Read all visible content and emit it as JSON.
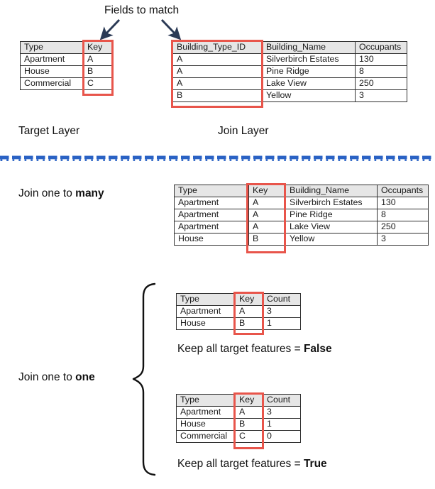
{
  "meta": {
    "title": "Join one to many vs Join one to one",
    "accent_red": "#e8554b",
    "arrow_navy": "#2b3a55",
    "divider_blue": "#2a62c4",
    "header_fill": "#e6e6e6"
  },
  "annotations": {
    "fields_to_match": "Fields to match",
    "target_layer": "Target Layer",
    "join_layer": "Join Layer",
    "join_one_to_many_prefix": "Join one to ",
    "join_one_to_many_bold": "many",
    "join_one_to_one_prefix": "Join one to ",
    "join_one_to_one_bold": "one",
    "keep_false_prefix": "Keep all target features = ",
    "keep_false_bold": "False",
    "keep_true_prefix": "Keep all target features = ",
    "keep_true_bold": "True"
  },
  "target_table": {
    "name": "Target Layer table",
    "columns": [
      "Type",
      "Key"
    ],
    "rows": [
      [
        "Apartment",
        "A"
      ],
      [
        "House",
        "B"
      ],
      [
        "Commercial",
        "C"
      ]
    ]
  },
  "join_table": {
    "name": "Join Layer table",
    "columns": [
      "Building_Type_ID",
      "Building_Name",
      "Occupants"
    ],
    "rows": [
      [
        "A",
        "Silverbirch Estates",
        "130"
      ],
      [
        "A",
        "Pine Ridge",
        "8"
      ],
      [
        "A",
        "Lake View",
        "250"
      ],
      [
        "B",
        "Yellow",
        "3"
      ]
    ]
  },
  "one_to_many_table": {
    "name": "Join one to many result",
    "columns": [
      "Type",
      "Key",
      "Building_Name",
      "Occupants"
    ],
    "rows": [
      [
        "Apartment",
        "A",
        "Silverbirch Estates",
        "130"
      ],
      [
        "Apartment",
        "A",
        "Pine Ridge",
        "8"
      ],
      [
        "Apartment",
        "A",
        "Lake View",
        "250"
      ],
      [
        "House",
        "B",
        "Yellow",
        "3"
      ]
    ]
  },
  "one_to_one_false_table": {
    "name": "Join one to one, keep all target features = False",
    "columns": [
      "Type",
      "Key",
      "Count"
    ],
    "rows": [
      [
        "Apartment",
        "A",
        "3"
      ],
      [
        "House",
        "B",
        "1"
      ]
    ]
  },
  "one_to_one_true_table": {
    "name": "Join one to one, keep all target features = True",
    "columns": [
      "Type",
      "Key",
      "Count"
    ],
    "rows": [
      [
        "Apartment",
        "A",
        "3"
      ],
      [
        "House",
        "B",
        "1"
      ],
      [
        "Commercial",
        "C",
        "0"
      ]
    ]
  },
  "icons": {
    "arrow_left": "arrow-down-left-icon",
    "arrow_right": "arrow-down-right-icon",
    "brace": "curly-brace-icon",
    "divider": "dashed-divider-icon"
  }
}
